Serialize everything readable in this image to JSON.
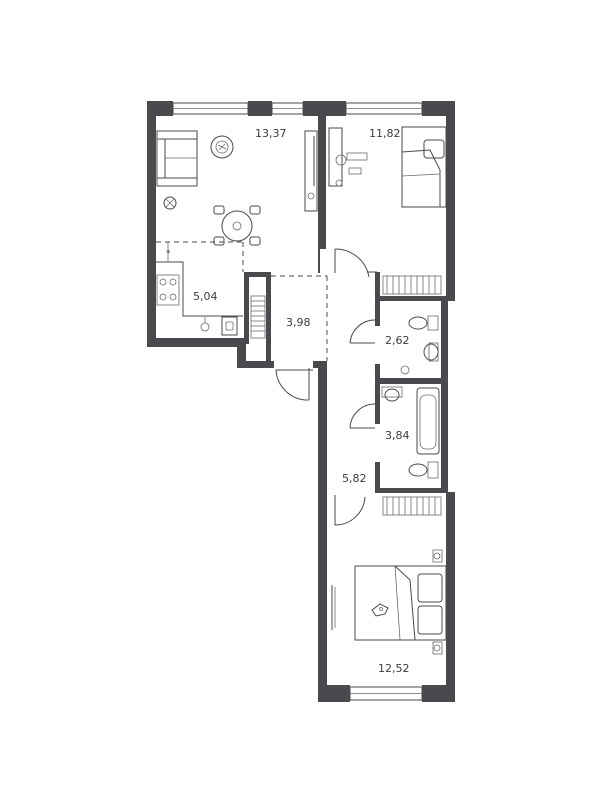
{
  "rooms": [
    {
      "id": "living",
      "area": "13,37"
    },
    {
      "id": "bedroom_top",
      "area": "11,82"
    },
    {
      "id": "kitchen",
      "area": "5,04"
    },
    {
      "id": "storage",
      "area": "3,98"
    },
    {
      "id": "wc",
      "area": "2,62"
    },
    {
      "id": "bathroom",
      "area": "3,84"
    },
    {
      "id": "hallway",
      "area": "5,82"
    },
    {
      "id": "bedroom_bottom",
      "area": "12,52"
    }
  ],
  "colors": {
    "wall": "#4a4a4e",
    "text": "#3c3c3e",
    "background": "#ffffff"
  }
}
